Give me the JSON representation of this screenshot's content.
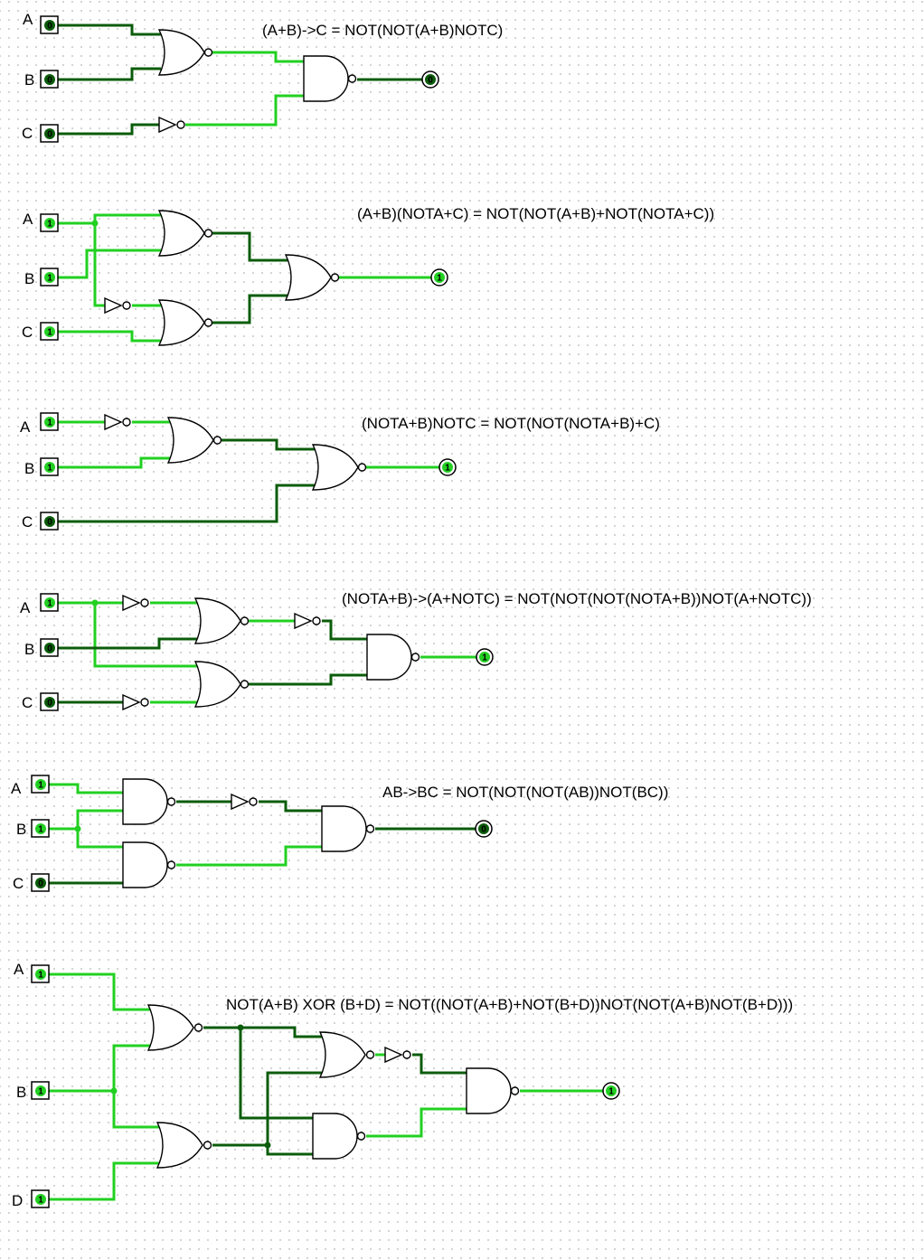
{
  "colors": {
    "wire_high": "#22d022",
    "wire_low": "#0b5c0b",
    "pin_high": "#22d022",
    "pin_low": "#0b5c0b"
  },
  "circuits": [
    {
      "formula": "(A+B)->C = NOT(NOT(A+B)NOTC)",
      "inputs": [
        {
          "label": "A",
          "value": "0"
        },
        {
          "label": "B",
          "value": "0"
        },
        {
          "label": "C",
          "value": "0"
        }
      ],
      "output": "0"
    },
    {
      "formula": "(A+B)(NOTA+C) = NOT(NOT(A+B)+NOT(NOTA+C))",
      "inputs": [
        {
          "label": "A",
          "value": "1"
        },
        {
          "label": "B",
          "value": "1"
        },
        {
          "label": "C",
          "value": "1"
        }
      ],
      "output": "1"
    },
    {
      "formula": "(NOTA+B)NOTC = NOT(NOT(NOTA+B)+C)",
      "inputs": [
        {
          "label": "A",
          "value": "1"
        },
        {
          "label": "B",
          "value": "1"
        },
        {
          "label": "C",
          "value": "0"
        }
      ],
      "output": "1"
    },
    {
      "formula": "(NOTA+B)->(A+NOTC) = NOT(NOT(NOT(NOTA+B))NOT(A+NOTC))",
      "inputs": [
        {
          "label": "A",
          "value": "1"
        },
        {
          "label": "B",
          "value": "0"
        },
        {
          "label": "C",
          "value": "0"
        }
      ],
      "output": "1"
    },
    {
      "formula": "AB->BC = NOT(NOT(NOT(AB))NOT(BC))",
      "inputs": [
        {
          "label": "A",
          "value": "1"
        },
        {
          "label": "B",
          "value": "1"
        },
        {
          "label": "C",
          "value": "0"
        }
      ],
      "output": "0"
    },
    {
      "formula": "NOT(A+B) XOR (B+D) = NOT((NOT(A+B)+NOT(B+D))NOT(NOT(A+B)NOT(B+D)))",
      "inputs": [
        {
          "label": "A",
          "value": "1"
        },
        {
          "label": "B",
          "value": "1"
        },
        {
          "label": "D",
          "value": "1"
        }
      ],
      "output": "1"
    }
  ]
}
